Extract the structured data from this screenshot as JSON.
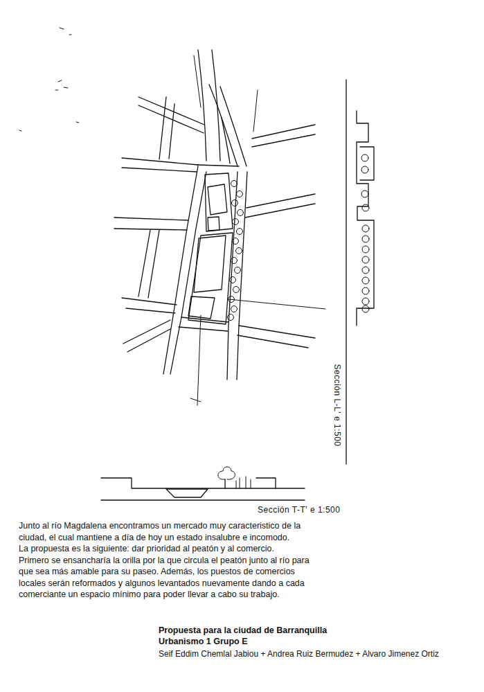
{
  "diagram": {
    "title": "Propuesta para la ciudad de Barranquilla",
    "labels": [
      "Sección T-T' e 1:500",
      "Sección L-L' e 1:500",
      "Junto al río Magdalena encontramos un mercado muy caracteristico de la ciudad, el cual mantiene a día de hoy un estado insalubre e incomodo.",
      "La propuesta es la siguiente: dar prioridad al peatón y al comercio.",
      "Primero se ensancharía la orilla por la que circula el peatón junto al río para que sea más amable para su paseo. Además, los puestos de comercios locales serán reformados y algunos levantados nuevamente dando a cada comerciante un espacio mínimo para poder llevar a cabo su trabajo.",
      "Urbanismo 1 Grupo E",
      "Seif Eddim Chemlal Jabiou + Andrea Ruiz Bermudez + Alvaro Jimenez Ortiz"
    ]
  }
}
